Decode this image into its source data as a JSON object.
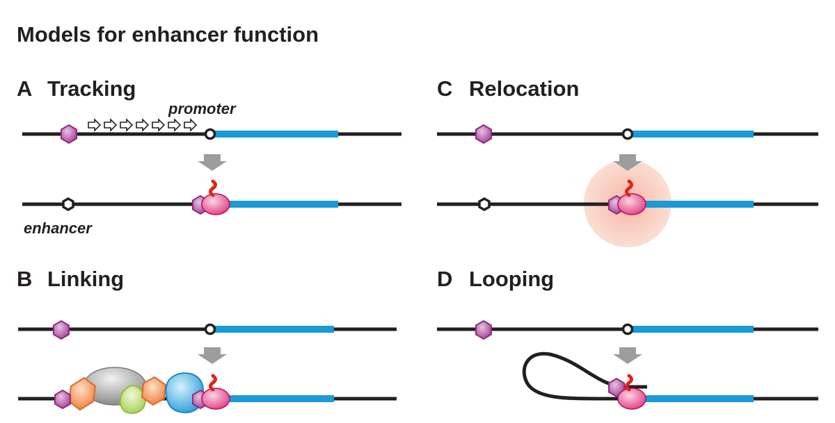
{
  "title": "Models for enhancer function",
  "panels": {
    "a": {
      "letter": "A",
      "name": "Tracking"
    },
    "b": {
      "letter": "B",
      "name": "Linking"
    },
    "c": {
      "letter": "C",
      "name": "Relocation"
    },
    "d": {
      "letter": "D",
      "name": "Looping"
    }
  },
  "labels": {
    "promoter": "promoter",
    "enhancer": "enhancer"
  },
  "colors": {
    "dna": "#231f20",
    "gene": "#1a9ad7",
    "enhancer_fill": "#b24a9b",
    "pol_fill": "#e8518b",
    "rna": "#e2231a",
    "arrow": "#9d9d9d",
    "glow": "#f5a98e",
    "linker_orange": "#f28c4a",
    "linker_grey": "#a9a9a9",
    "linker_green": "#b3d86a",
    "linker_blue": "#4bb4e6"
  }
}
